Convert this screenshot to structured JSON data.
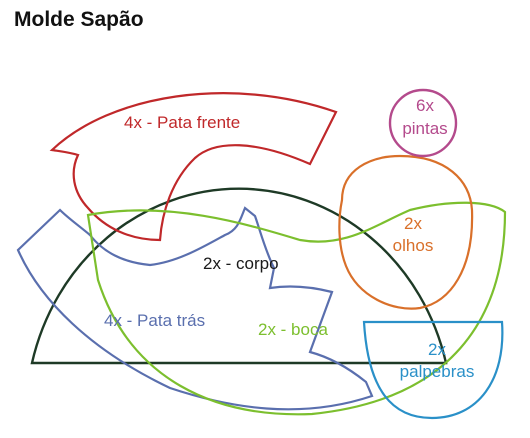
{
  "title": "Molde Sapão",
  "pieces": {
    "pata_frente": {
      "label": "4x - Pata frente",
      "color": "#c0282a"
    },
    "pintas": {
      "count": "6x",
      "name": "pintas",
      "color": "#b44a8c"
    },
    "corpo": {
      "label": "2x - corpo",
      "color": "#1e3a26"
    },
    "olhos": {
      "count": "2x",
      "name": "olhos",
      "color": "#d9702a"
    },
    "pata_tras": {
      "label": "4x - Pata trás",
      "color": "#5a6fae"
    },
    "boca": {
      "label": "2x - boca",
      "color": "#7cbf2e"
    },
    "palpebras": {
      "count": "2x",
      "name": "palpebras",
      "color": "#2a90c8"
    }
  }
}
